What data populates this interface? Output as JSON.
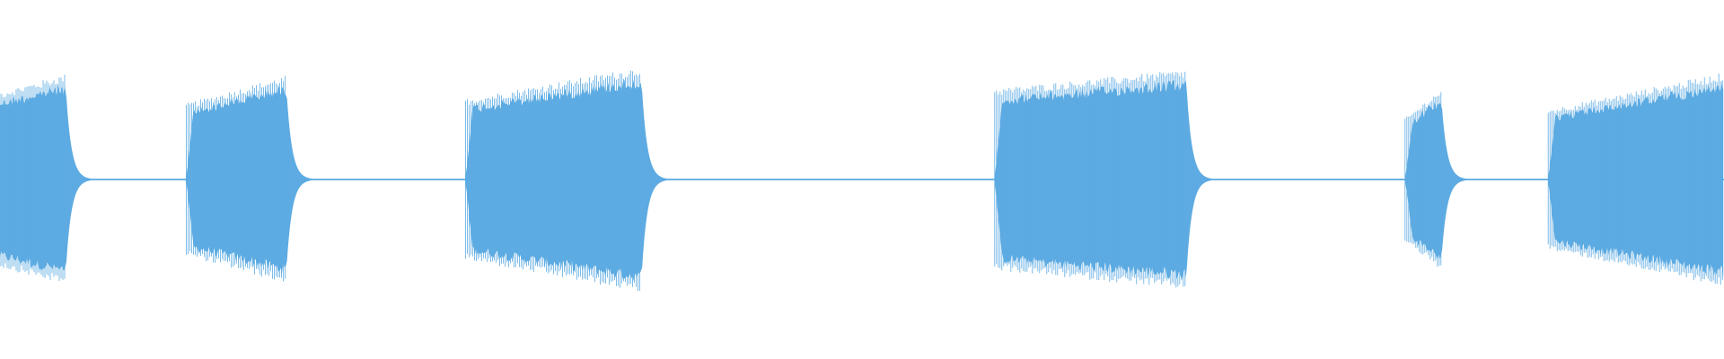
{
  "waveform": {
    "color": "#5DABE2",
    "background": "#FFFFFF",
    "duration": 1.0,
    "segments": [
      {
        "start": 0.0,
        "end": 0.038,
        "amp_start": 0.6,
        "amp_end": 0.72
      },
      {
        "start": 0.108,
        "end": 0.166,
        "amp_start": 0.52,
        "amp_end": 0.71
      },
      {
        "start": 0.27,
        "end": 0.372,
        "amp_start": 0.55,
        "amp_end": 0.77
      },
      {
        "start": 0.577,
        "end": 0.688,
        "amp_start": 0.62,
        "amp_end": 0.75
      },
      {
        "start": 0.815,
        "end": 0.836,
        "amp_start": 0.42,
        "amp_end": 0.62
      },
      {
        "start": 0.898,
        "end": 1.0,
        "amp_start": 0.48,
        "amp_end": 0.73
      }
    ],
    "silence_amplitude": 0.006
  }
}
